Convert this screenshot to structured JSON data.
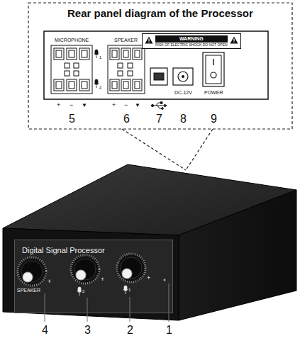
{
  "diagram": {
    "title": "Rear panel diagram of the Processor",
    "nodes": [
      {
        "text": [
          "WARNING",
          "RISK OF ELECTRIC SHOCK DO NOT OPEN"
        ]
      },
      {
        "text": [
          "Digital Signal Processor"
        ]
      }
    ],
    "labels": [
      "MICROPHONE",
      "SPEAKER",
      "1",
      "2",
      "+",
      "−",
      "▼",
      "+",
      "−",
      "▼",
      "DC-12V",
      "POWER",
      "5",
      "6",
      "7",
      "8",
      "9",
      "SPEAKER",
      "+",
      "2",
      "+",
      "1",
      "+",
      "4",
      "3",
      "2",
      "1"
    ]
  }
}
